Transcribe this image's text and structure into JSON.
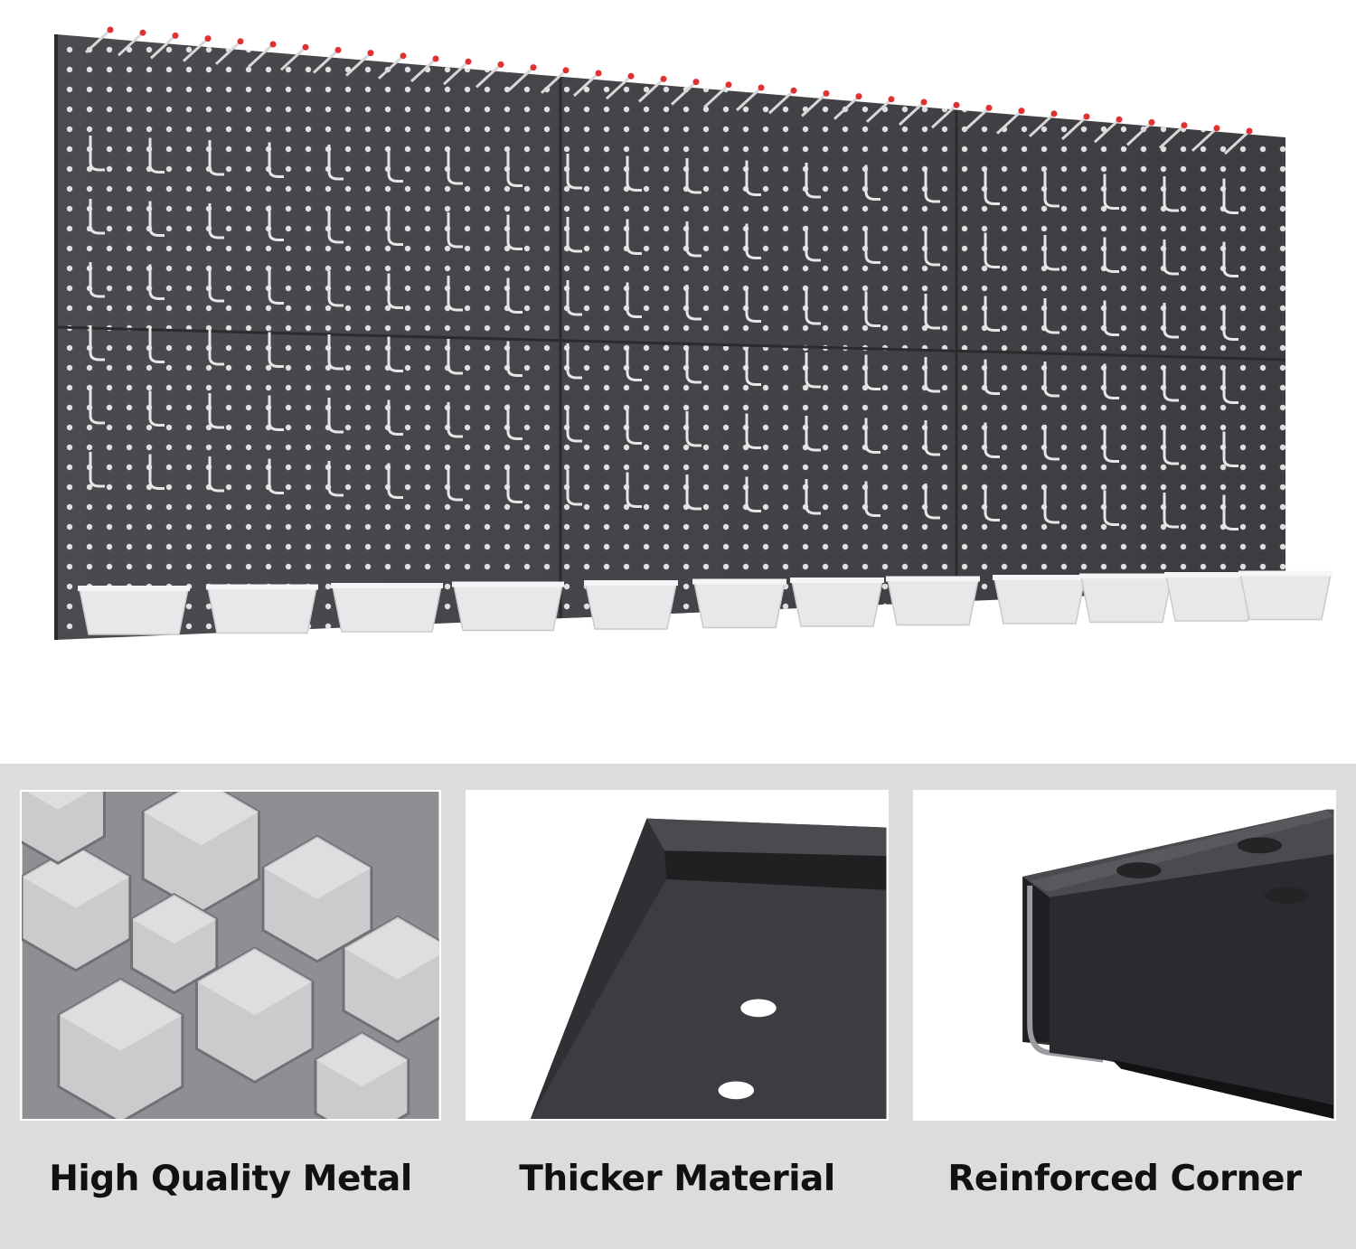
{
  "features": [
    {
      "label": "High Quality Metal",
      "image": "hexagonal-steel-bars"
    },
    {
      "label": "Thicker Material",
      "image": "folded-panel-edge"
    },
    {
      "label": "Reinforced Corner",
      "image": "reinforced-panel-corner"
    }
  ],
  "product": {
    "image": "pegboard-wall-organizer-kit",
    "panel_color": "#4a4a4d",
    "bin_color": "#e6e8ea",
    "hook_tip_color": "#e03030"
  }
}
